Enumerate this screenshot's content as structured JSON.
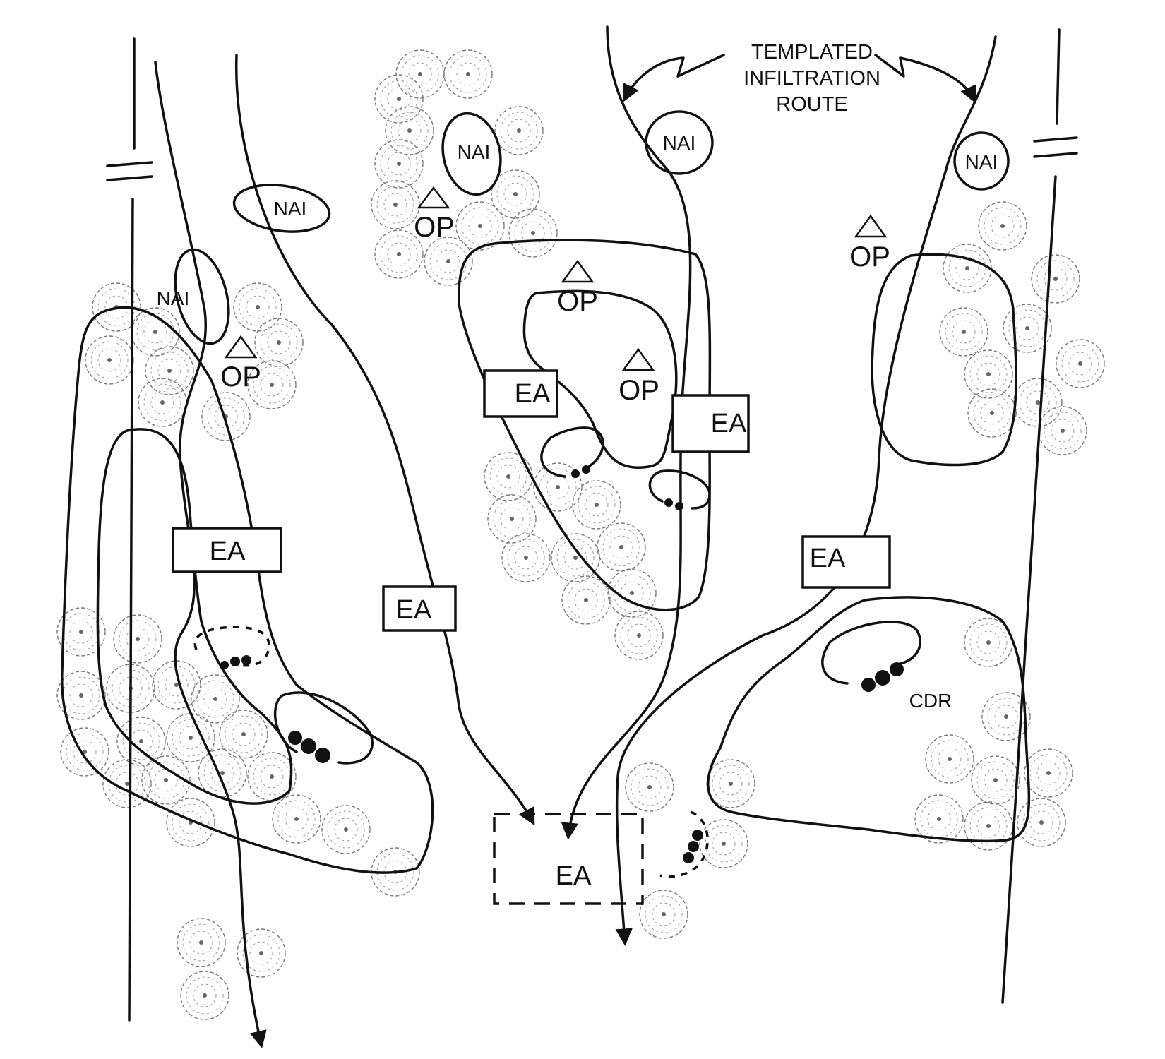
{
  "diagram": {
    "route_label_lines": [
      "TEMPLATED",
      "INFILTRATION",
      "ROUTE"
    ],
    "nai_label": "NAI",
    "ea_label": "EA",
    "op_label": "OP",
    "cdr_label": "CDR"
  }
}
